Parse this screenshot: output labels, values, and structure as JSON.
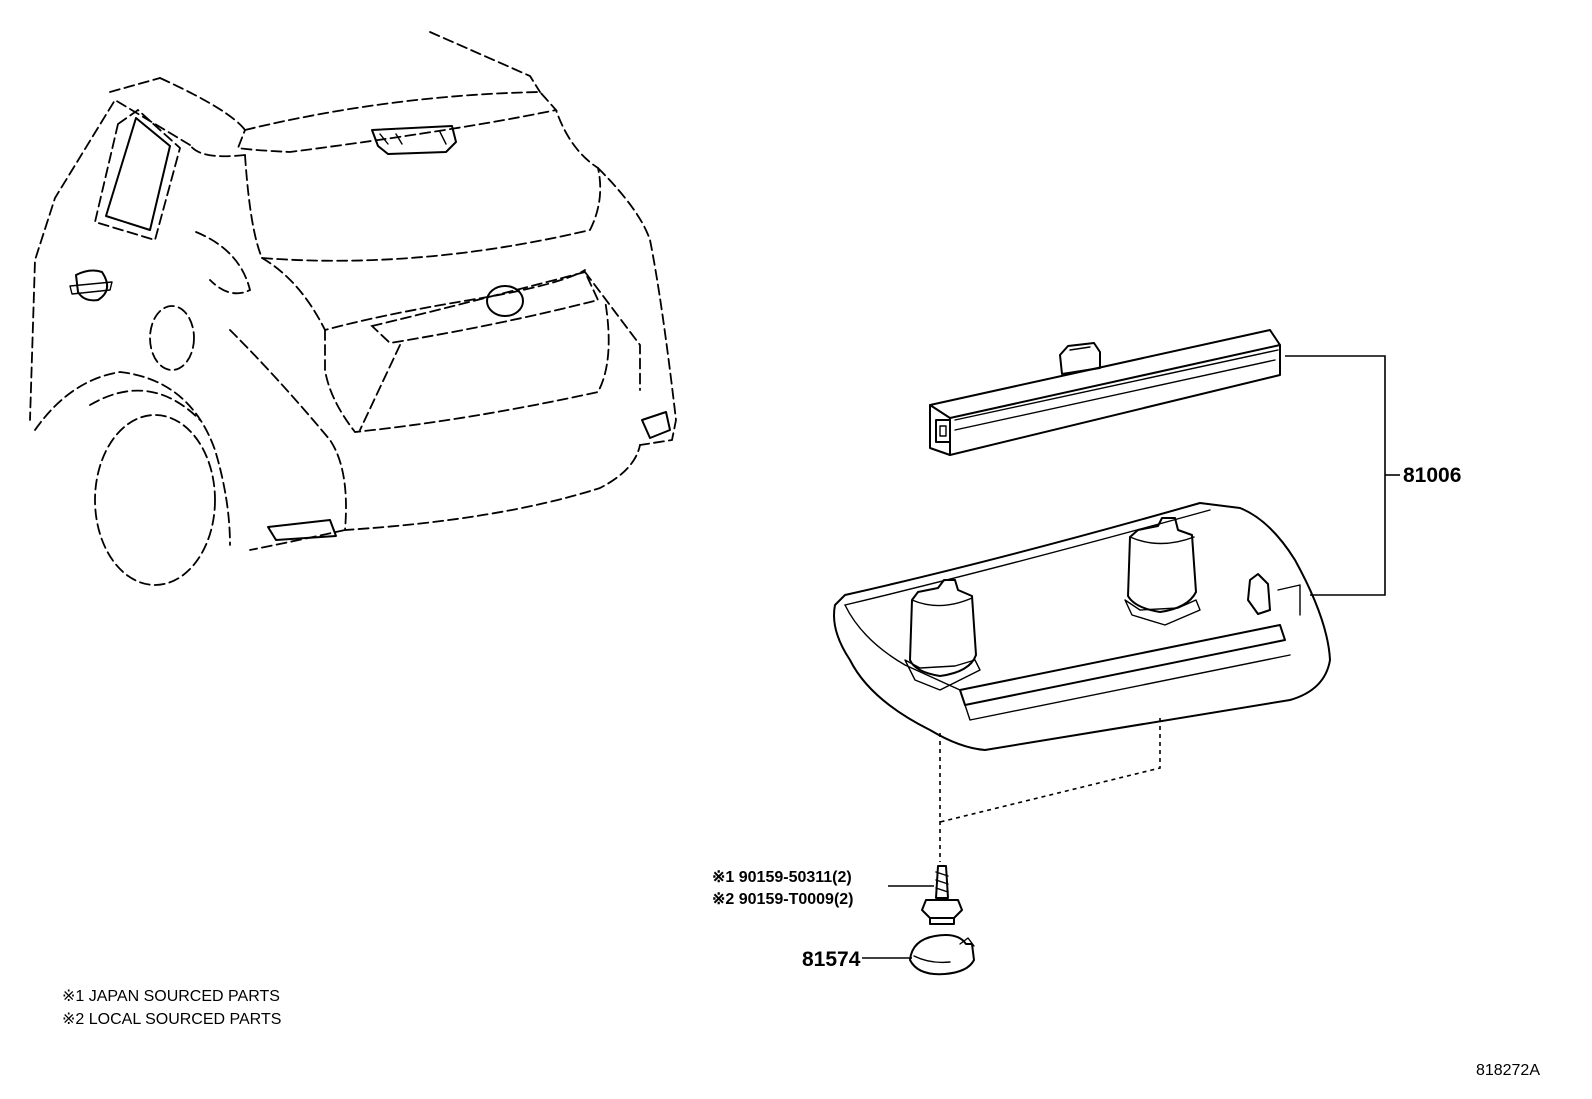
{
  "callouts": {
    "lamp_assembly": "81006",
    "cover": "81574",
    "screw_japan": "※1 90159-50311(2)",
    "screw_local": "※2 90159-T0009(2)"
  },
  "notes": [
    "※1 JAPAN SOURCED PARTS",
    "※2 LOCAL SOURCED PARTS"
  ],
  "diagram_id": "818272A"
}
